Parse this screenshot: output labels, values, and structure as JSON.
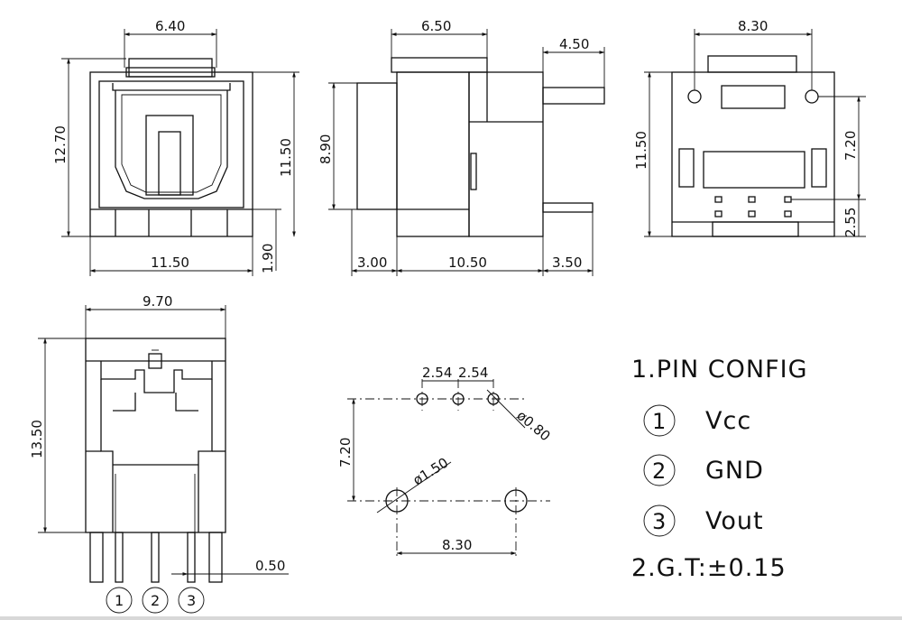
{
  "front_view": {
    "top_width": "6.40",
    "height_total": "12.70",
    "height_body": "11.50",
    "width": "11.50",
    "base_height": "1.90"
  },
  "side_view": {
    "top_width": "6.50",
    "shutter_len": "4.50",
    "height": "8.90",
    "front_len": "3.00",
    "body_len": "10.50",
    "rear_len": "3.50"
  },
  "rear_view": {
    "width": "8.30",
    "height": "11.50",
    "pin_height": "7.20",
    "base_offset": "2.55"
  },
  "bottom_view": {
    "width": "9.70",
    "height": "13.50",
    "pin_width": "0.50",
    "pin_labels": [
      "1",
      "2",
      "3"
    ]
  },
  "pcb_layout": {
    "pitch_1": "2.54",
    "pitch_2": "2.54",
    "pin_hole": "ø0.80",
    "row_spacing": "7.20",
    "mount_hole": "ø1.50",
    "mount_spacing": "8.30"
  },
  "pin_config": {
    "title": "1.PIN CONFIG",
    "pins": [
      {
        "num": "1",
        "name": "Vcc"
      },
      {
        "num": "2",
        "name": "GND"
      },
      {
        "num": "3",
        "name": "Vout"
      }
    ],
    "tolerance": "2.G.T:±0.15"
  }
}
